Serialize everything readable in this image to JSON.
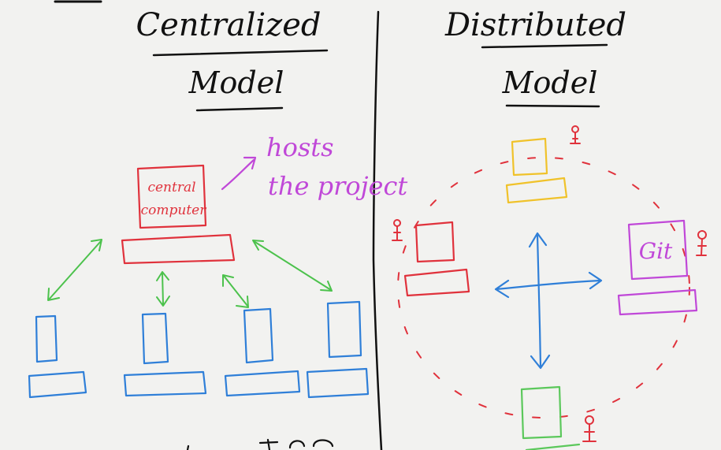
{
  "colors": {
    "ink": "#111111",
    "red": "#e0323c",
    "green": "#4cc24c",
    "blue": "#2f7fd8",
    "purple": "#c048d8",
    "yellow": "#f0c22a",
    "green_node": "#5bc85b",
    "paper": "#f2f2f0"
  },
  "left": {
    "title_line1": "Centralized",
    "title_line2": "Model",
    "central_label_line1": "central",
    "central_label_line2": "computer",
    "hosts_line1": "hosts",
    "hosts_line2": "the project"
  },
  "right": {
    "title_line1": "Distributed",
    "title_line2": "Model",
    "git_label": "Git"
  }
}
